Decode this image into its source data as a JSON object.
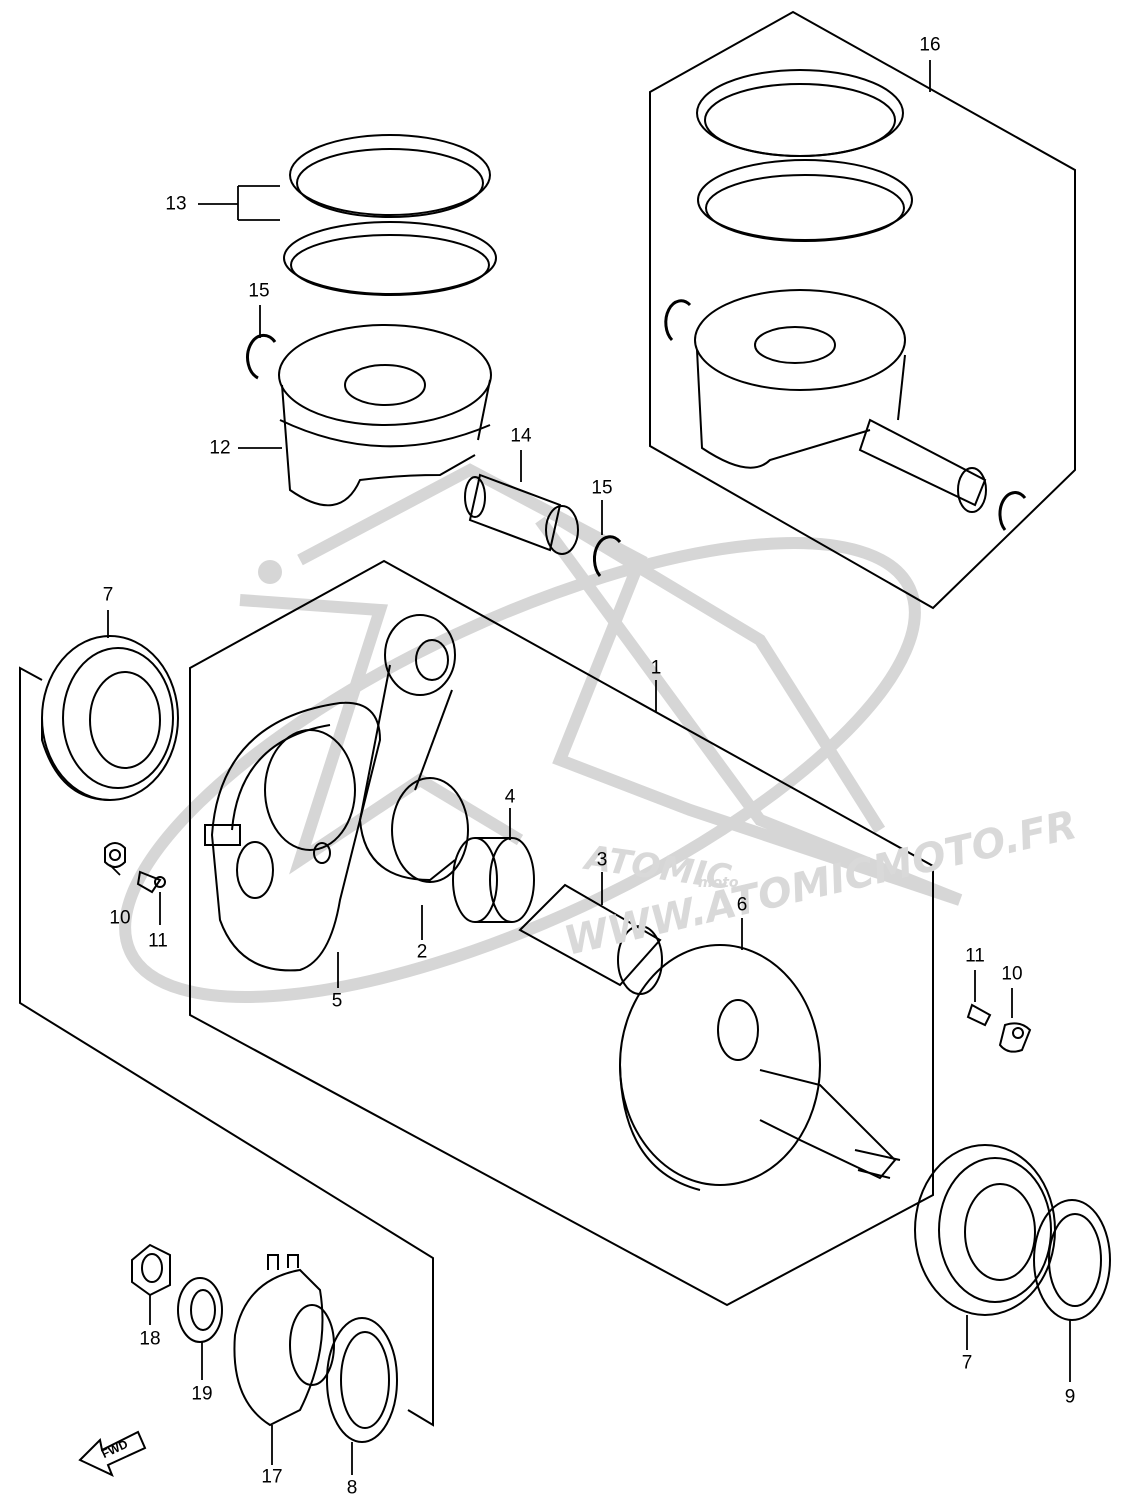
{
  "watermark": {
    "brand": "ATOMIC",
    "brand_sub": "moto",
    "url": "WWW.ATOMICMOTO.FR"
  },
  "fwd_arrow": {
    "text": "FWD"
  },
  "callouts": [
    {
      "id": "1",
      "text": "1"
    },
    {
      "id": "2",
      "text": "2"
    },
    {
      "id": "3",
      "text": "3"
    },
    {
      "id": "4",
      "text": "4"
    },
    {
      "id": "5",
      "text": "5"
    },
    {
      "id": "6",
      "text": "6"
    },
    {
      "id": "7a",
      "text": "7"
    },
    {
      "id": "7b",
      "text": "7"
    },
    {
      "id": "8",
      "text": "8"
    },
    {
      "id": "9",
      "text": "9"
    },
    {
      "id": "10a",
      "text": "10"
    },
    {
      "id": "10b",
      "text": "10"
    },
    {
      "id": "11a",
      "text": "11"
    },
    {
      "id": "11b",
      "text": "11"
    },
    {
      "id": "12",
      "text": "12"
    },
    {
      "id": "13",
      "text": "13"
    },
    {
      "id": "14",
      "text": "14"
    },
    {
      "id": "15a",
      "text": "15"
    },
    {
      "id": "15b",
      "text": "15"
    },
    {
      "id": "16",
      "text": "16"
    },
    {
      "id": "17",
      "text": "17"
    },
    {
      "id": "18",
      "text": "18"
    },
    {
      "id": "19",
      "text": "19"
    }
  ],
  "colors": {
    "line": "#000000",
    "watermark": "#d9d9d9",
    "background": "#ffffff"
  }
}
